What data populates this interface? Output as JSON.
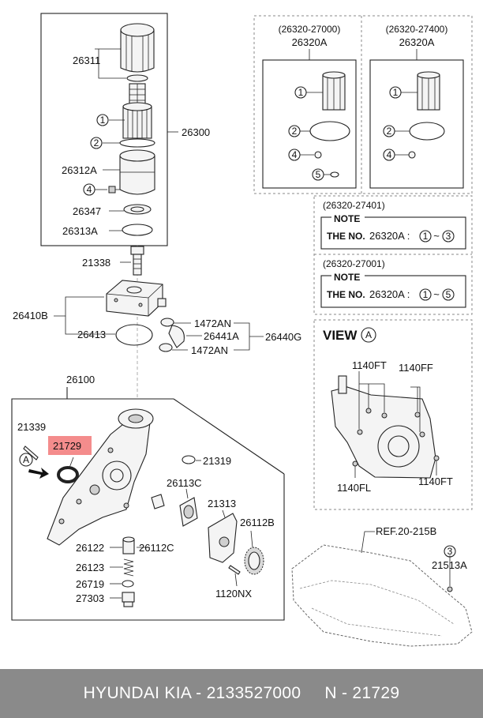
{
  "labels": {
    "p26311": "26311",
    "p26300": "26300",
    "p26312A": "26312A",
    "p26347": "26347",
    "p26313A": "26313A",
    "p21338": "21338",
    "p26410B": "26410B",
    "p26413": "26413",
    "p1472AN_a": "1472AN",
    "p26441A": "26441A",
    "p26440G": "26440G",
    "p1472AN_b": "1472AN",
    "p26100": "26100",
    "p21339": "21339",
    "p21729": "21729",
    "p21319": "21319",
    "p26113C": "26113C",
    "p21313": "21313",
    "p26112B": "26112B",
    "p26122": "26122",
    "p26112C": "26112C",
    "p26123": "26123",
    "p26719": "26719",
    "p1120NX": "1120NX",
    "p27303": "27303",
    "ref": "REF.20-215B",
    "p21513A": "21513A",
    "c1": "1",
    "c2": "2",
    "c3": "3",
    "c4": "4",
    "c5": "5",
    "cA": "A"
  },
  "kits": [
    {
      "code": "(26320-27000)",
      "part": "26320A"
    },
    {
      "code": "(26320-27400)",
      "part": "26320A"
    }
  ],
  "notes": [
    {
      "code": "(26320-27401)",
      "title": "NOTE",
      "prefix": "THE NO.",
      "part": "26320A :",
      "from": "1",
      "tilde": "~",
      "to": "3"
    },
    {
      "code": "(26320-27001)",
      "title": "NOTE",
      "prefix": "THE NO.",
      "part": "26320A :",
      "from": "1",
      "tilde": "~",
      "to": "5"
    }
  ],
  "view": {
    "title": "VIEW",
    "circle": "A",
    "bolts": {
      "ft_top": "1140FT",
      "ff": "1140FF",
      "fl": "1140FL",
      "ft_bottom": "1140FT"
    }
  },
  "footer": {
    "text": "HYUNDAI  KIA - 2133527000",
    "code": "N - 21729"
  },
  "colors": {
    "highlight": "#f48c8c",
    "footer_bg": "#8a8a8a"
  }
}
